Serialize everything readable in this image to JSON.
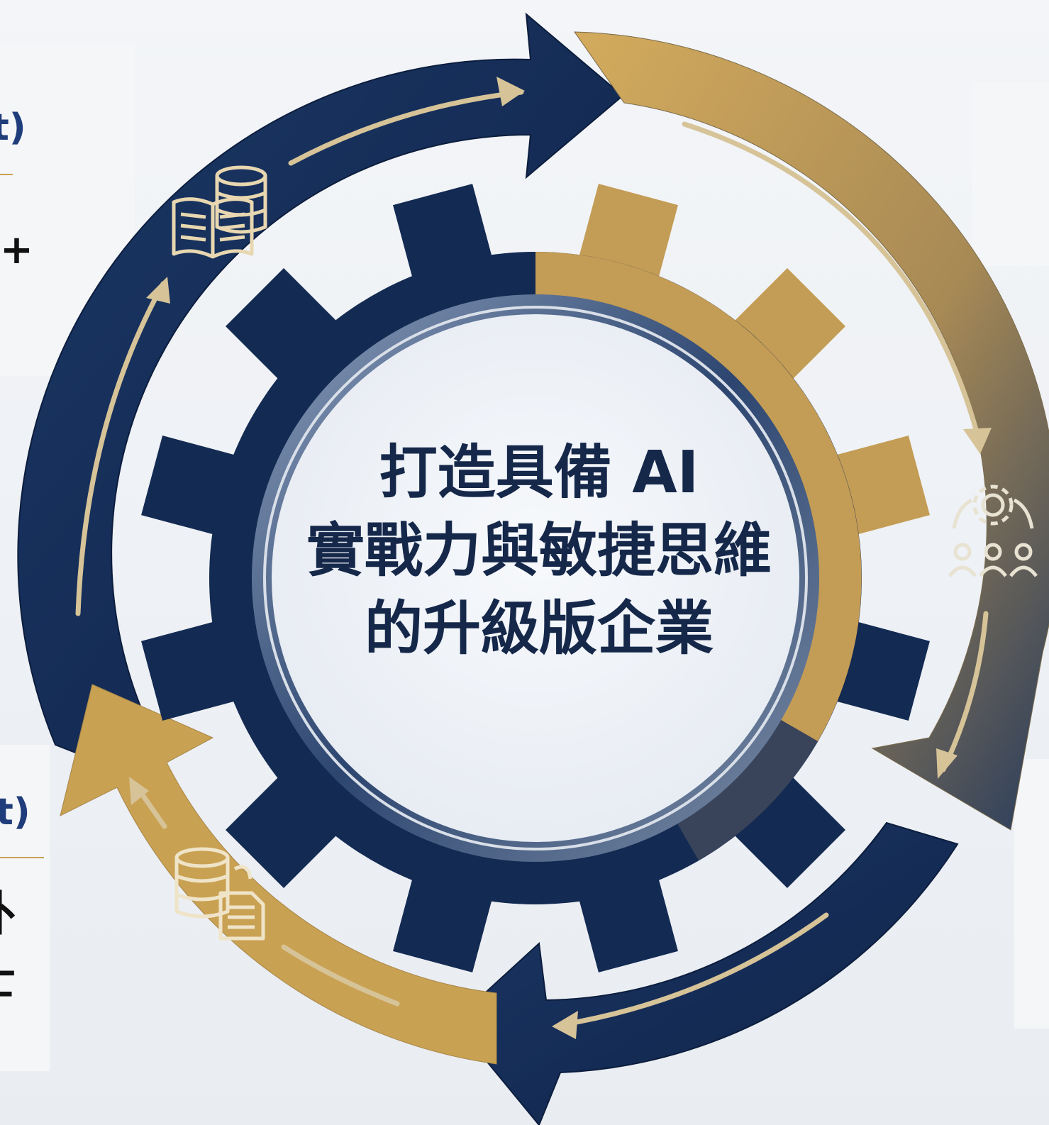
{
  "center": {
    "line1": "打造具備 AI",
    "line2": "實戰力與敏捷思維",
    "line3": "的升級版企業"
  },
  "left_edge": {
    "top_label_tail": "t)",
    "top_plus": "+",
    "bottom_label_tail": "t)",
    "bottom_char_1": "外",
    "bottom_char_2": "士"
  },
  "colors": {
    "navy": "#132a52",
    "gold": "#c9a152",
    "text": "#15284a",
    "ring": "#5a6f90"
  },
  "icons": {
    "top_left_arc": "book-database-icon",
    "right_arc": "gear-team-icon",
    "bottom_left_arc": "database-document-icon"
  }
}
